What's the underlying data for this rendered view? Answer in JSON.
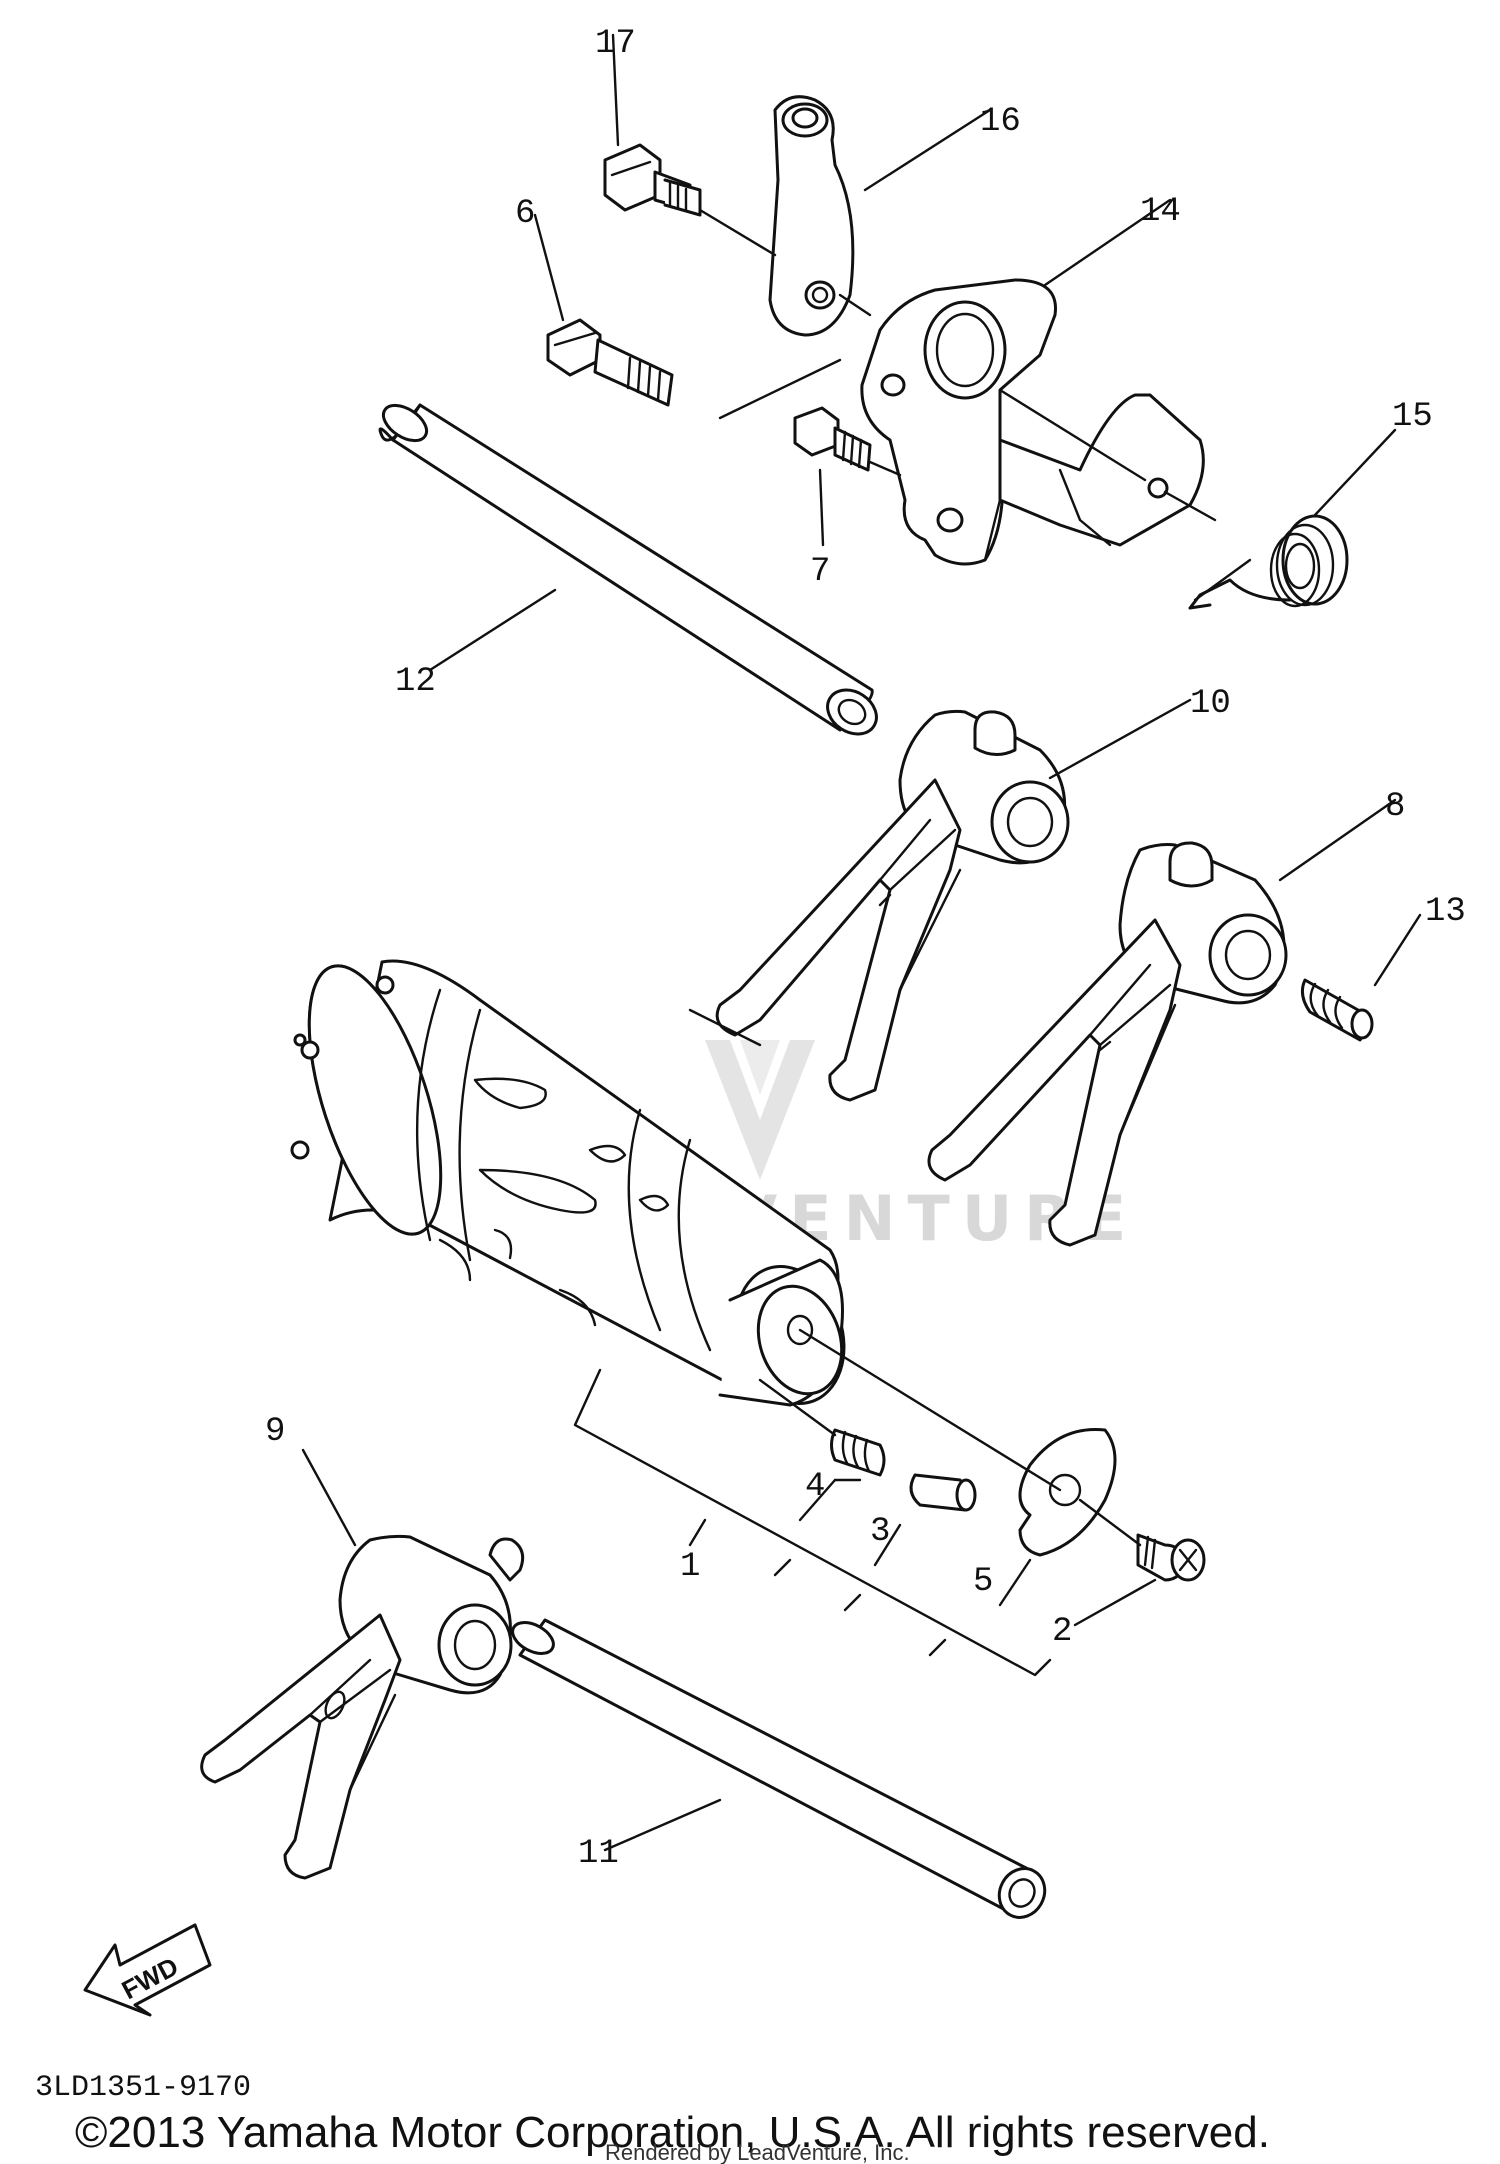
{
  "diagram": {
    "callouts": [
      "1",
      "2",
      "3",
      "4",
      "5",
      "6",
      "7",
      "8",
      "9",
      "10",
      "11",
      "12",
      "13",
      "14",
      "15",
      "16",
      "17"
    ],
    "direction_label": "FWD",
    "watermark": "LEADVENTURE",
    "drawing_code": "3LD1351-9170",
    "copyright": "©2013 Yamaha Motor Corporation, U.S.A. All rights reserved.",
    "rendered_by": "Rendered by LeadVenture, Inc."
  }
}
